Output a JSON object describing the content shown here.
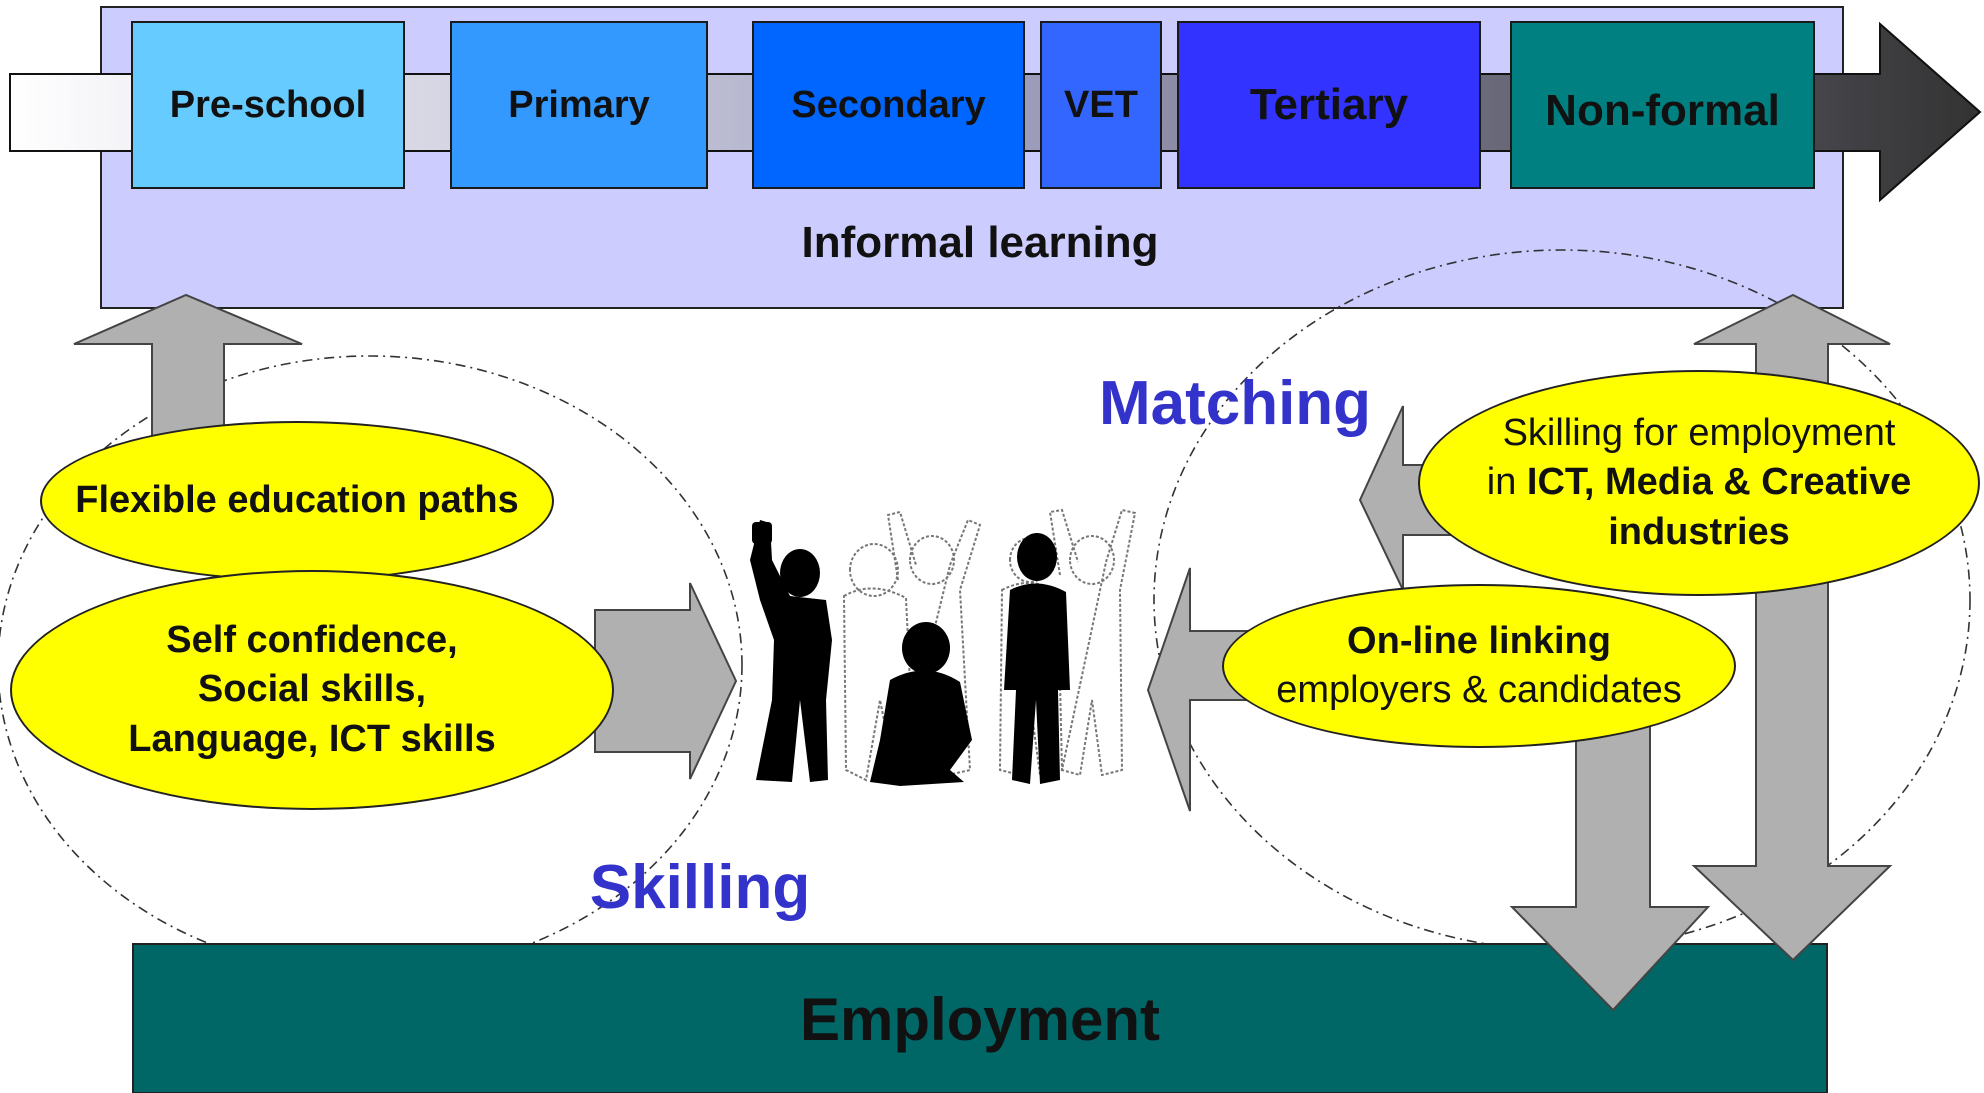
{
  "stages": [
    {
      "label": "Pre-school",
      "color": "#66ccff"
    },
    {
      "label": "Primary",
      "color": "#3399ff"
    },
    {
      "label": "Secondary",
      "color": "#0066ff"
    },
    {
      "label": "VET",
      "color": "#3366ff"
    },
    {
      "label": "Tertiary",
      "color": "#3333ff"
    },
    {
      "label": "Non-formal",
      "color": "#008080"
    }
  ],
  "informal_learning": "Informal learning",
  "employment": "Employment",
  "zones": {
    "skilling": "Skilling",
    "matching": "Matching"
  },
  "skilling_items": {
    "flexible": "Flexible education paths",
    "soft_skills": [
      "Self confidence,",
      "Social skills,",
      "Language, ICT skills"
    ]
  },
  "matching_items": {
    "skilling_for_employment": {
      "line1": "Skilling for employment",
      "line2_prefix": "in ",
      "line2_bold": "ICT, Media & Creative",
      "line3_bold": "industries"
    },
    "online_linking": {
      "line1": "On-line linking",
      "line2": "employers & candidates"
    }
  },
  "colors": {
    "informal_band": "#ccccff",
    "employment_band": "#006666",
    "ellipse_fill": "#ffff00",
    "arrow_gray": "#b0b0b0",
    "zone_label": "#3333cc"
  }
}
